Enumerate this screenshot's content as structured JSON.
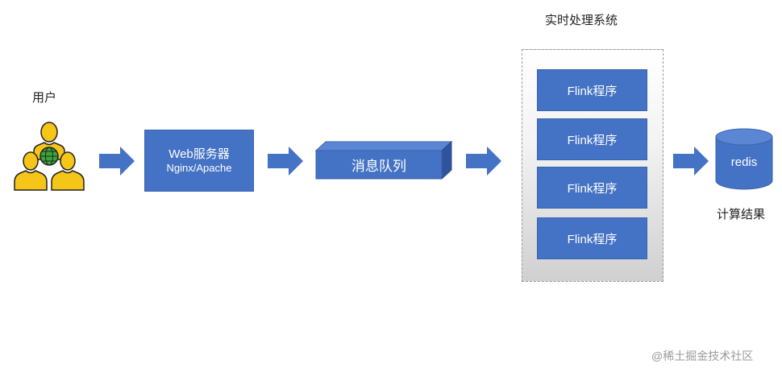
{
  "user": {
    "label": "用户"
  },
  "web_server": {
    "title": "Web服务器",
    "subtitle": "Nginx/Apache"
  },
  "message_queue": {
    "label": "消息队列"
  },
  "processing": {
    "title": "实时处理系统",
    "programs": [
      "Flink程序",
      "Flink程序",
      "Flink程序",
      "Flink程序"
    ]
  },
  "redis": {
    "label": "redis",
    "caption": "计算结果"
  },
  "watermark": "@稀土掘金技术社区",
  "colors": {
    "box_blue": "#4472c4",
    "arrow_blue": "#4472c4",
    "user_yellow": "#f5c518",
    "globe_green": "#3aa63a"
  },
  "icons": [
    "users-icon",
    "globe-icon",
    "arrow-right-icon",
    "database-icon"
  ]
}
